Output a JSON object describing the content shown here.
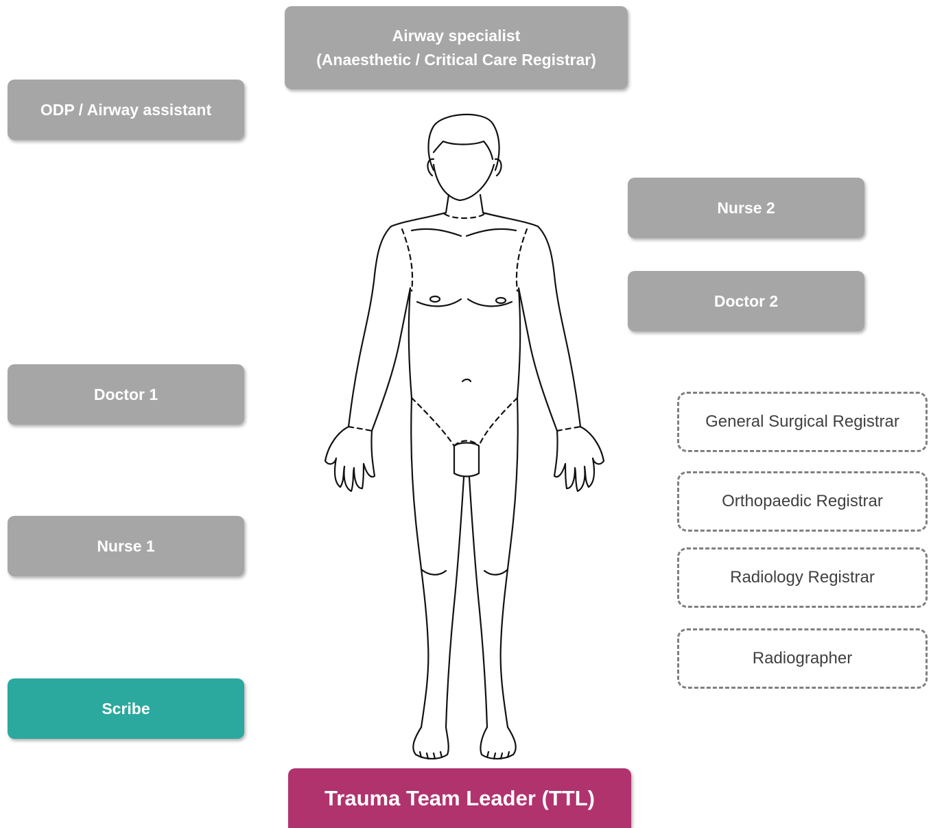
{
  "roles": {
    "airway_specialist": "Airway specialist\n(Anaesthetic / Critical Care Registrar)",
    "odp": "ODP / Airway assistant",
    "nurse_2": "Nurse 2",
    "doctor_2": "Doctor 2",
    "doctor_1": "Doctor 1",
    "nurse_1": "Nurse 1",
    "scribe": "Scribe",
    "ttl": "Trauma Team Leader (TTL)"
  },
  "optional_roles": {
    "general_surgical": "General Surgical Registrar",
    "orthopaedic": "Orthopaedic Registrar",
    "radiology": "Radiology Registrar",
    "radiographer": "Radiographer"
  },
  "colors": {
    "core_box": "#a6a6a6",
    "scribe_box": "#2ba99e",
    "leader_box": "#b0336e",
    "optional_border": "#7f7f7f"
  },
  "icons": {
    "figure": "human-body-front-outline"
  }
}
